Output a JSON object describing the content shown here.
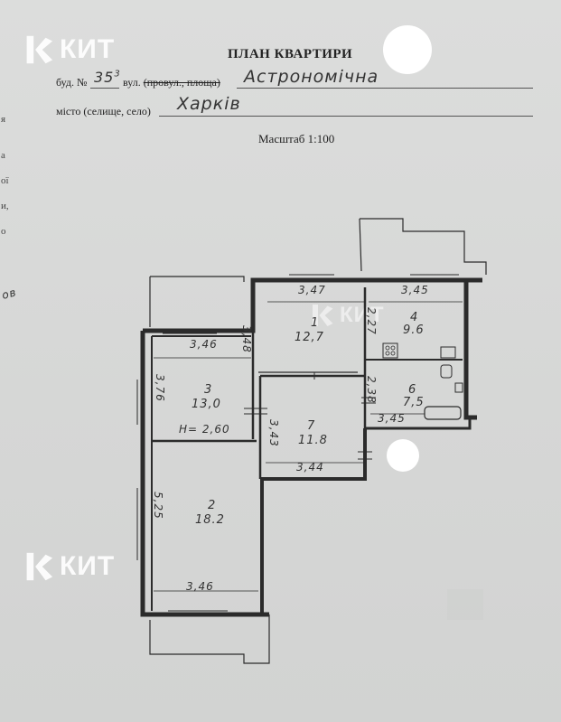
{
  "watermark": {
    "brand": "КИТ"
  },
  "header": {
    "title": "ПЛАН КВАРТИРИ",
    "building_label": "буд. №",
    "building_number": "35",
    "building_suffix": "3",
    "street_label": "вул.",
    "street_struck": "(провул., площа)",
    "street_value": "Астрономічна",
    "city_label": "місто (селище, село)",
    "city_value": "Харків",
    "scale": "Масштаб 1:100"
  },
  "margin_chars": [
    "я",
    "а",
    "ої",
    "и,",
    "о"
  ],
  "margin_note": "ов",
  "rooms": [
    {
      "id": "1",
      "area": "12,7"
    },
    {
      "id": "2",
      "area": "18.2"
    },
    {
      "id": "3",
      "area": "13,0"
    },
    {
      "id": "4",
      "area": "9.6"
    },
    {
      "id": "6",
      "area": "7,5"
    },
    {
      "id": "7",
      "area": "11.8"
    }
  ],
  "dimensions": {
    "top_left": "3,47",
    "top_right": "3,45",
    "room3_top": "3,46",
    "vert_348": "3,48",
    "vert_227": "2,27",
    "vert_376": "3,76",
    "vert_238": "2,38",
    "vert_343": "3,43",
    "vert_525": "5,25",
    "room6_bottom": "3,45",
    "room7_bottom": "3,44",
    "room2_bottom": "3,46",
    "height": "Н= 2,60"
  }
}
